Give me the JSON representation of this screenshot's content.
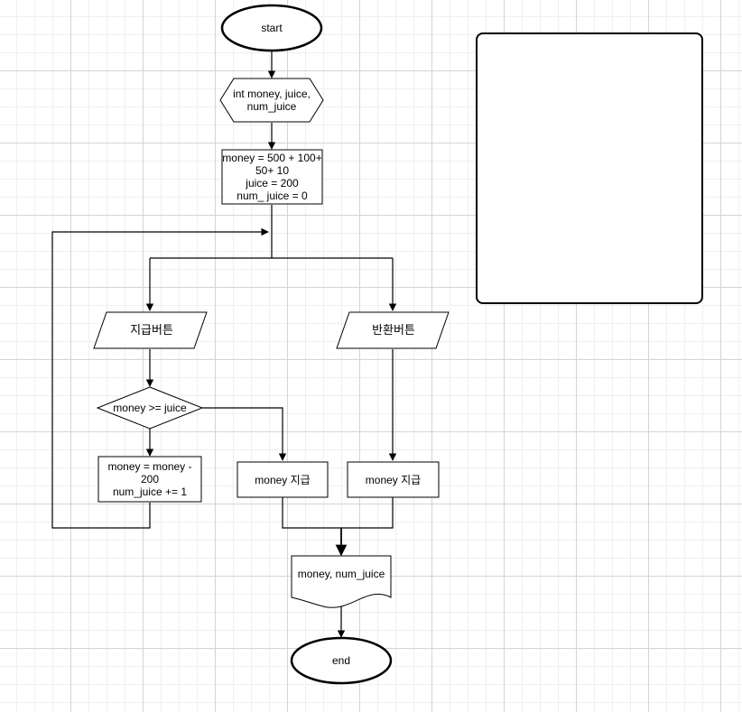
{
  "flowchart": {
    "start": "start",
    "declare": "int money, juice,\nnum_juice",
    "init": "money = 500 + 100+\n50+ 10\njuice = 200\nnum_ juice = 0",
    "input_dispense": "지급버튼",
    "input_return": "반환버튼",
    "decision": "money >= juice",
    "process_buy": "money = money -\n200\nnum_juice += 1",
    "process_pay_left": "money 지급",
    "process_pay_right": "money 지급",
    "output": "money, num_juice",
    "end": "end"
  },
  "colors": {
    "stroke": "#000000",
    "fill": "#ffffff"
  }
}
